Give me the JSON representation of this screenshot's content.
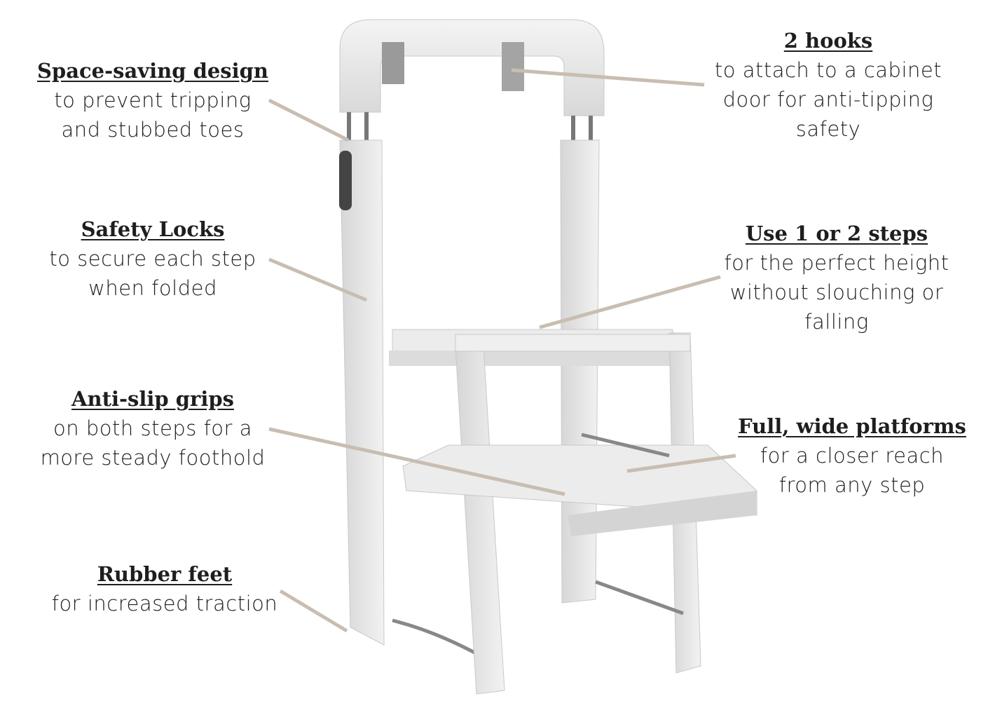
{
  "callouts": [
    {
      "title": "Space-saving design",
      "text": [
        "to prevent tripping",
        "and stubbed toes"
      ]
    },
    {
      "title": "Safety Locks",
      "text": [
        "to secure each step",
        "when folded"
      ]
    },
    {
      "title": "Anti-slip grips",
      "text": [
        "on both steps for a",
        "more steady foothold"
      ]
    },
    {
      "title": "Rubber feet",
      "text": [
        "for increased traction"
      ]
    },
    {
      "title": "2 hooks",
      "text": [
        "to attach to a cabinet",
        "door for anti-tipping",
        "safety"
      ]
    },
    {
      "title": "Use 1 or 2 steps",
      "text": [
        "for the perfect height",
        "without slouching or",
        "falling"
      ]
    },
    {
      "title": "Full, wide platforms",
      "text": [
        "for a closer reach",
        "from any step"
      ]
    }
  ],
  "colors": {
    "leader_line": "#c9bdb2",
    "product": "#e4e4e4"
  }
}
